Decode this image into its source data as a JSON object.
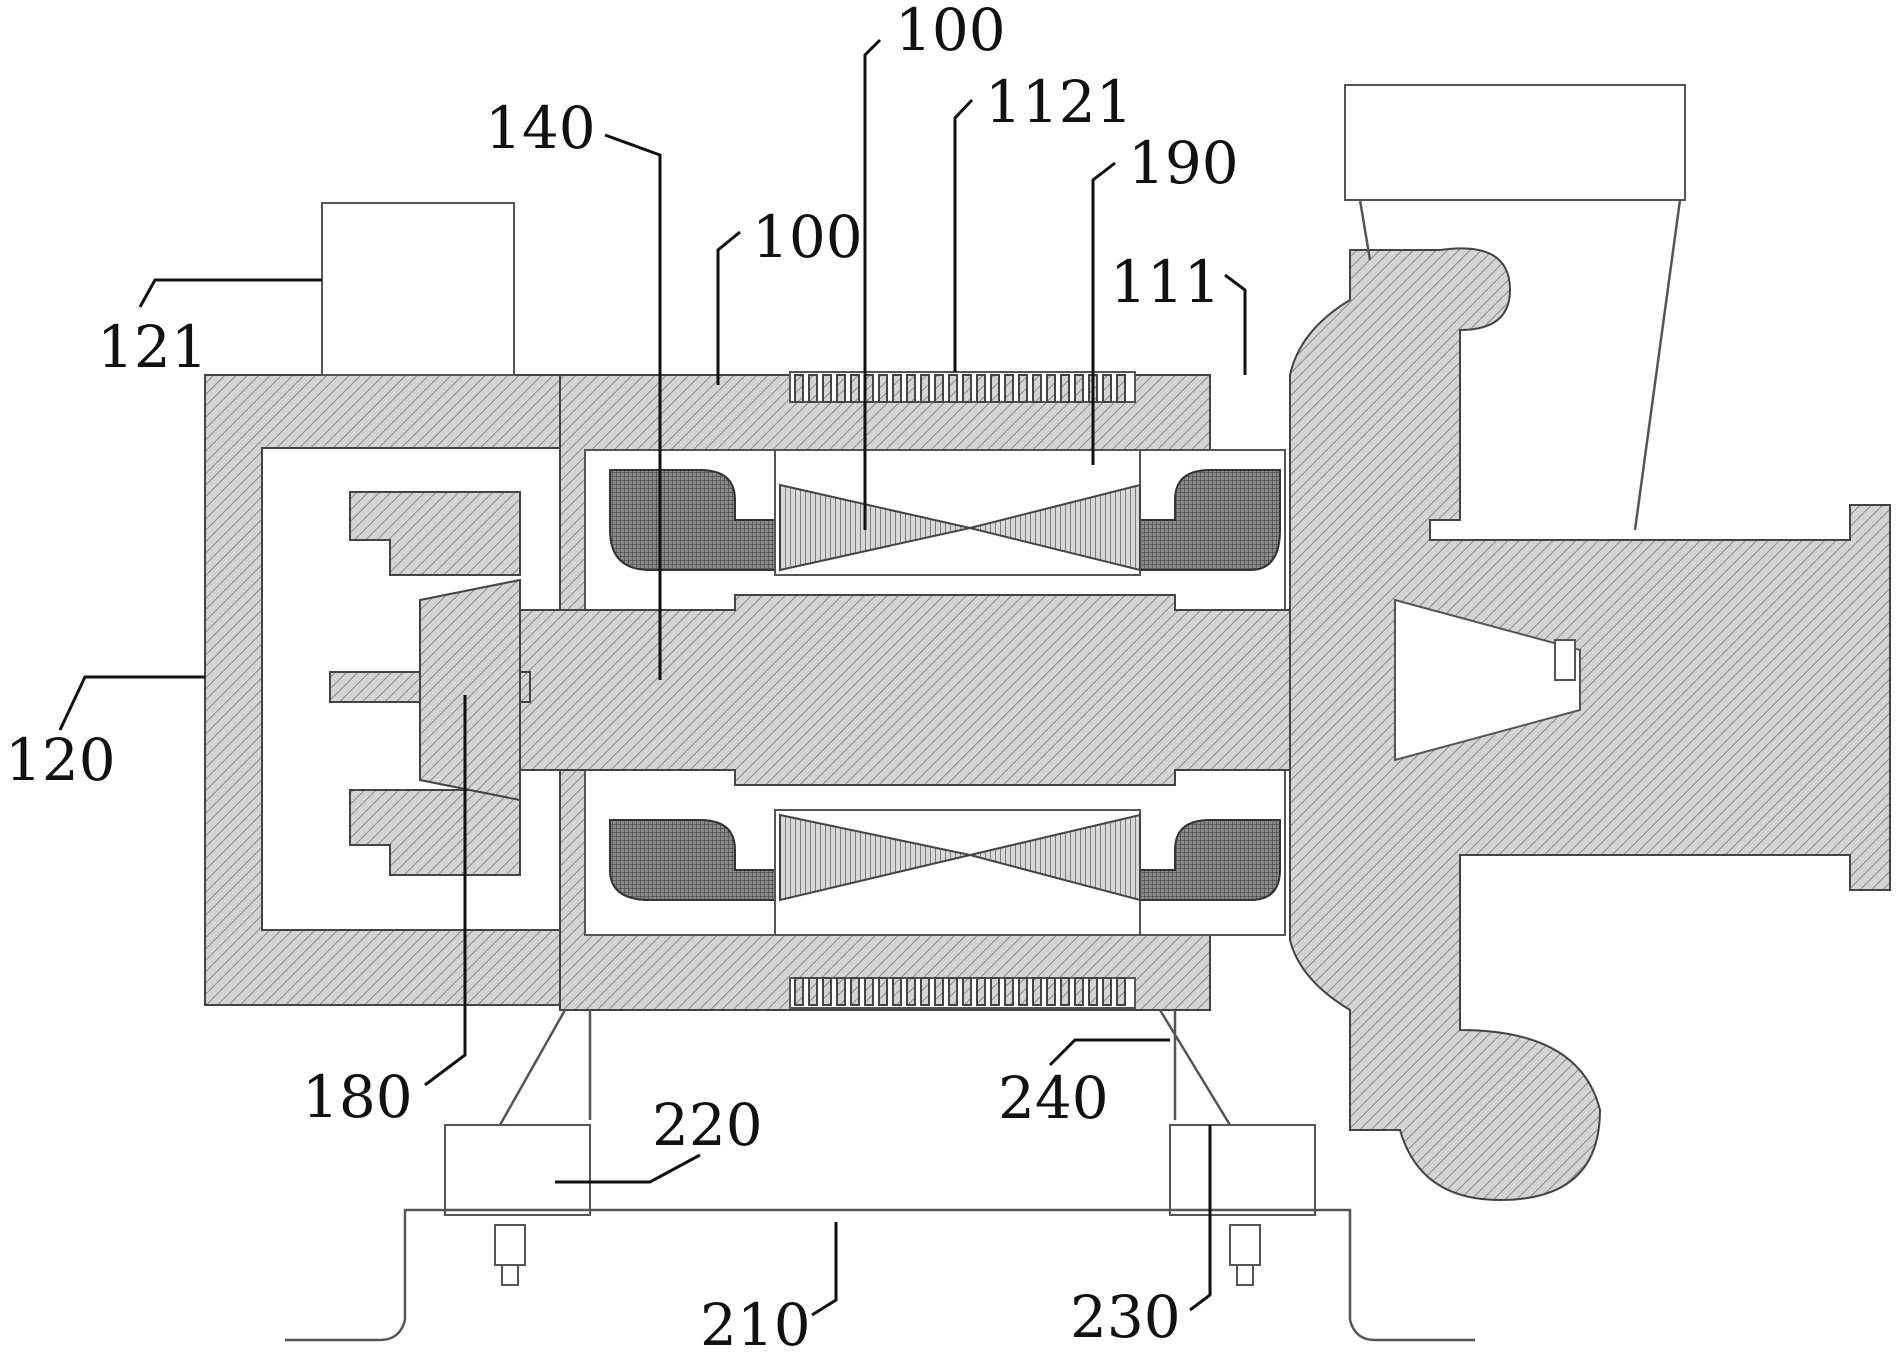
{
  "figure": {
    "labels": {
      "l100_top": "100",
      "l1121": "1121",
      "l140": "140",
      "l190": "190",
      "l100_mid": "100",
      "l111": "111",
      "l121": "121",
      "l120": "120",
      "l180": "180",
      "l220": "220",
      "l240": "240",
      "l210": "210",
      "l230": "230"
    }
  }
}
